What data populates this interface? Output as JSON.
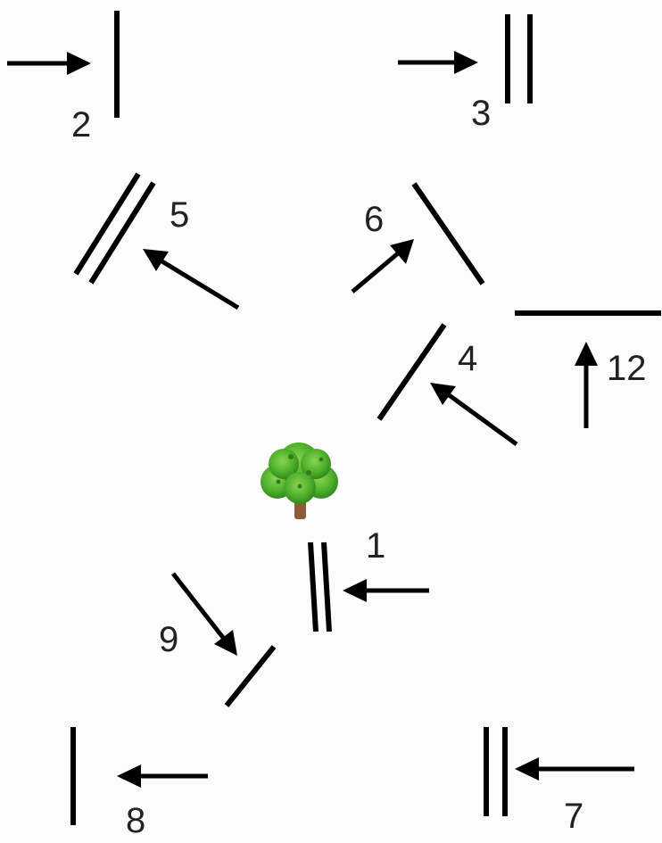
{
  "labels": {
    "l1": "1",
    "l2": "2",
    "l3": "3",
    "l4": "4",
    "l5": "5",
    "l6": "6",
    "l7": "7",
    "l8": "8",
    "l9": "9",
    "l12": "12"
  },
  "center_marker": {
    "icon": "tree-icon",
    "colors": {
      "canopy": "#4caf2a",
      "canopy_light": "#8bd451",
      "canopy_dark": "#2f7d1d",
      "trunk": "#8d5b3a"
    }
  },
  "colors": {
    "ink": "#000000",
    "text": "#222222",
    "background": "#fcfcfc"
  }
}
